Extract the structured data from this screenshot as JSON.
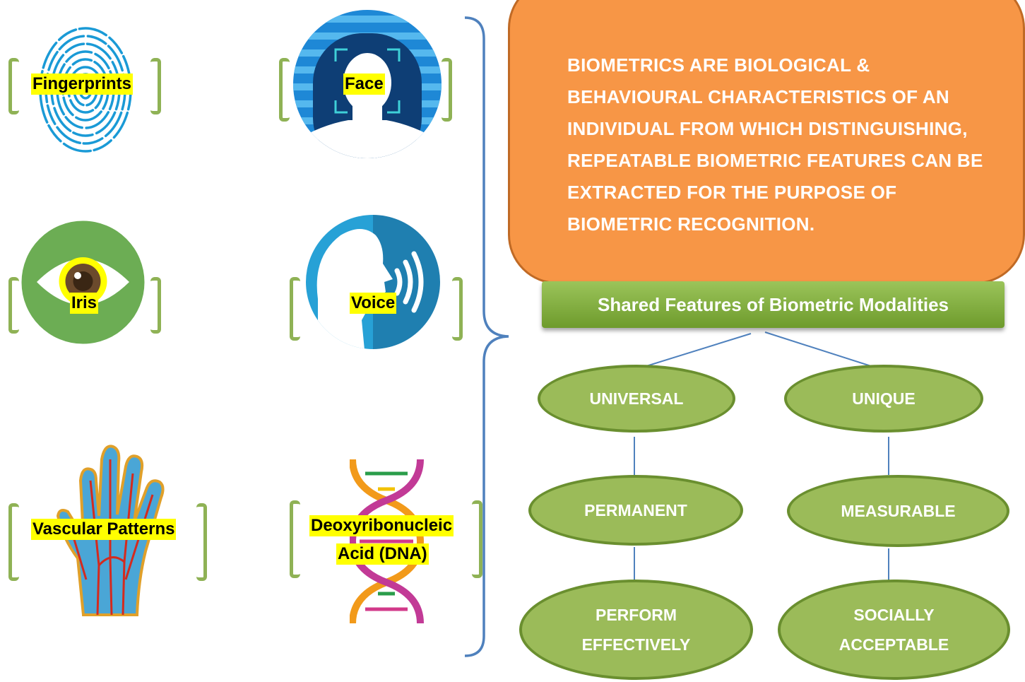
{
  "modalities": {
    "fingerprints": "Fingerprints",
    "face": "Face",
    "iris": "Iris",
    "voice": "Voice",
    "vascular": "Vascular Patterns",
    "dna_line1": "Deoxyribonucleic",
    "dna_line2": "Acid (DNA)"
  },
  "definition": "BIOMETRICS ARE BIOLOGICAL & BEHAVIOURAL CHARACTERISTICS OF AN INDIVIDUAL FROM WHICH DISTINGUISHING, REPEATABLE BIOMETRIC FEATURES CAN BE EXTRACTED FOR THE PURPOSE OF BIOMETRIC RECOGNITION.",
  "header": "Shared Features of Biometric Modalities",
  "features": {
    "universal": "UNIVERSAL",
    "unique": "UNIQUE",
    "permanent": "PERMANENT",
    "measurable": "MEASURABLE",
    "perform_1": "PERFORM",
    "perform_2": "EFFECTIVELY",
    "social_1": "SOCIALLY",
    "social_2": "ACCEPTABLE"
  },
  "colors": {
    "definition_box": "#f79646",
    "header_bar": "#8db54b",
    "feature_ellipse": "#9bbb59",
    "bracket": "#8fb255",
    "curly_brace": "#4f81bd",
    "connector": "#4f81bd",
    "label_highlight": "#ffff00"
  },
  "icons": [
    "fingerprint-icon",
    "face-scan-icon",
    "eye-icon",
    "speaking-head-icon",
    "hand-veins-icon",
    "dna-helix-icon"
  ]
}
